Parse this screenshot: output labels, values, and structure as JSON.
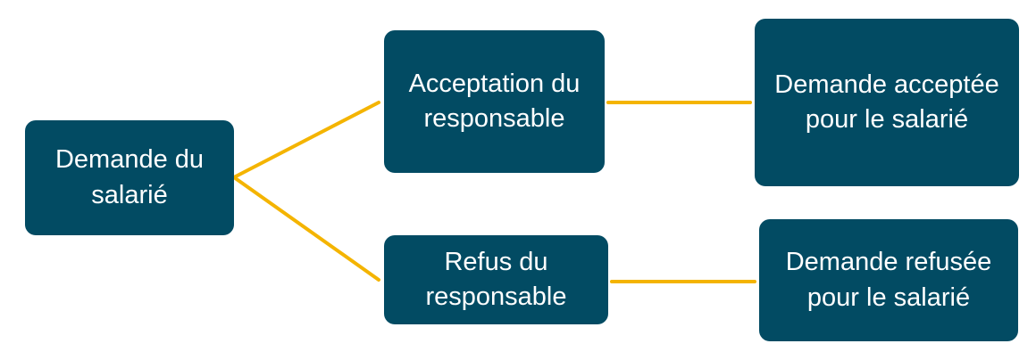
{
  "colors": {
    "node_fill": "#024B63",
    "node_text": "#FFFFFF",
    "connector": "#F4B400",
    "background": "#FFFFFF"
  },
  "nodes": {
    "root": {
      "label": "Demande du salarié"
    },
    "accept": {
      "label": "Acceptation du responsable"
    },
    "refuse": {
      "label": "Refus du responsable"
    },
    "accepted": {
      "label": "Demande acceptée pour le salarié"
    },
    "refused": {
      "label": "Demande refusée pour le salarié"
    }
  },
  "edges": [
    {
      "from": "root",
      "to": "accept"
    },
    {
      "from": "root",
      "to": "refuse"
    },
    {
      "from": "accept",
      "to": "accepted"
    },
    {
      "from": "refuse",
      "to": "refused"
    }
  ]
}
